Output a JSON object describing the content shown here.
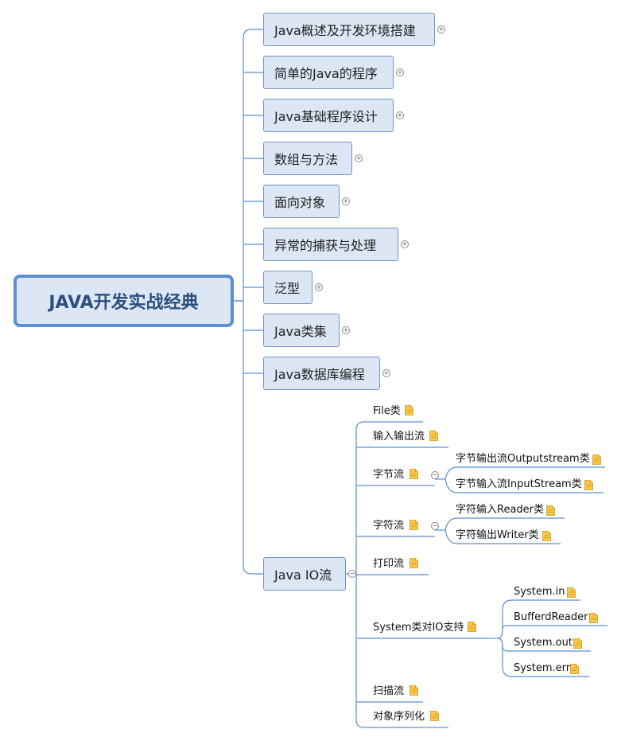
{
  "root": {
    "label": "JAVA开发实战经典"
  },
  "topics": [
    {
      "label": "Java概述及开发环境搭建",
      "toggle": "+"
    },
    {
      "label": "简单的Java的程序",
      "toggle": "+"
    },
    {
      "label": "Java基础程序设计",
      "toggle": "+"
    },
    {
      "label": "数组与方法",
      "toggle": "+"
    },
    {
      "label": "面向对象",
      "toggle": "+"
    },
    {
      "label": "异常的捕获与处理",
      "toggle": "+"
    },
    {
      "label": "泛型",
      "toggle": "+"
    },
    {
      "label": "Java类集",
      "toggle": "+"
    },
    {
      "label": "Java数据库编程",
      "toggle": "+"
    },
    {
      "label": "Java IO流",
      "toggle": "−"
    }
  ],
  "io_children": [
    {
      "label": "File类"
    },
    {
      "label": "输入输出流"
    },
    {
      "label": "字节流",
      "toggle": "−"
    },
    {
      "label": "字符流",
      "toggle": "−"
    },
    {
      "label": "打印流"
    },
    {
      "label": "System类对IO支持"
    },
    {
      "label": "扫描流"
    },
    {
      "label": "对象序列化"
    }
  ],
  "byte_stream_children": [
    {
      "label": "字节输出流Outputstream类"
    },
    {
      "label": "字节输入流InputStream类"
    }
  ],
  "char_stream_children": [
    {
      "label": "字符输入Reader类"
    },
    {
      "label": "字符输出Writer类"
    }
  ],
  "system_children": [
    {
      "label": "System.in"
    },
    {
      "label": "BufferdReader"
    },
    {
      "label": "System.out"
    },
    {
      "label": "System.err"
    }
  ],
  "colors": {
    "line": "#5b8fd1",
    "topic_fill": "#dce6f4",
    "topic_border": "#6f95c6",
    "note": "#f7c748"
  }
}
